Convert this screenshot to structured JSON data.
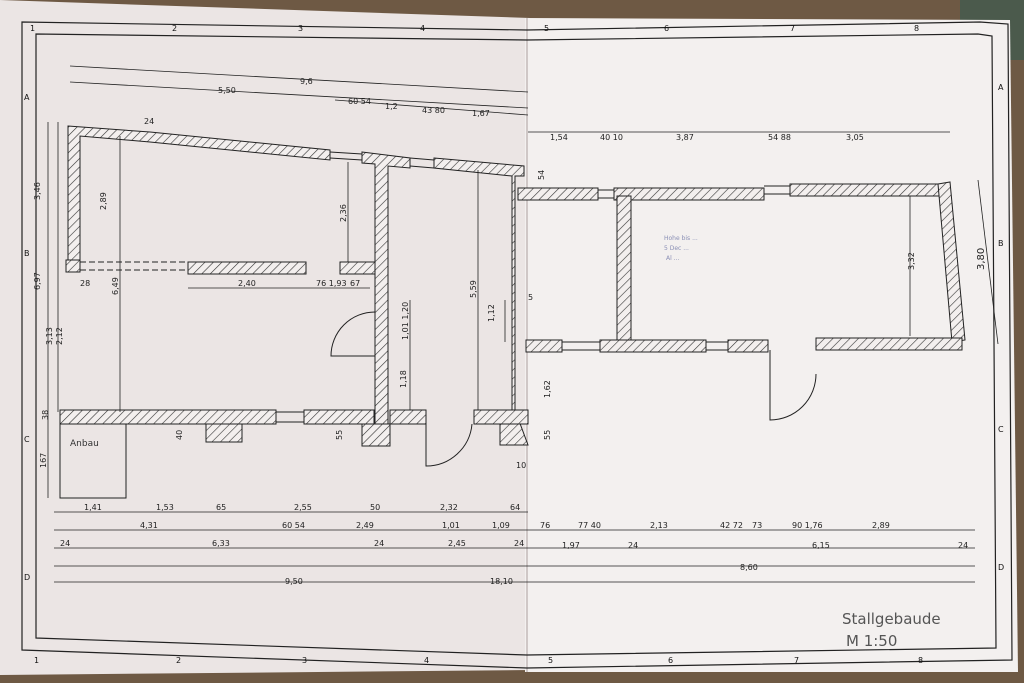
{
  "title": {
    "line1": "Stallgebaude",
    "line2": "M 1:50"
  },
  "annex_label": "Anbau",
  "faint_note": [
    "Hohe bis ... ",
    "5 Dec ... ",
    "Al ... "
  ],
  "grid": {
    "columns_top": [
      "1",
      "2",
      "3",
      "4",
      "5",
      "6",
      "7",
      "8"
    ],
    "columns_bottom": [
      "1",
      "2",
      "3",
      "4",
      "5",
      "6",
      "7",
      "8"
    ],
    "rows_left": [
      "A",
      "B",
      "C",
      "D"
    ],
    "rows_right": [
      "A",
      "B",
      "C",
      "D"
    ]
  },
  "dims": {
    "top_overall": "9,6",
    "top_550": "5,50",
    "top_60_54": "60\n54",
    "top_12": "1,2",
    "top_43_80": "43\n80",
    "top_167": "1,67",
    "wall_24": "24",
    "right_154": "1,54",
    "right_40_10": "40\n10",
    "right_387": "3,87",
    "right_54_88": "54\n88",
    "right_305": "3,05",
    "left_346": "3,46",
    "left_697": "6,97",
    "left_313": "3,13",
    "left_212": "2,12",
    "left_38": "38",
    "left_167": "167",
    "room_289": "2,89",
    "room_649": "6,49",
    "room_236": "2,36",
    "room_559": "5,59",
    "room_240": "2,40",
    "room_76_193": "76\n1,93",
    "room_67": "67",
    "room_28": "28",
    "door_101_120": "1,01\n1,20",
    "door_118": "1,18",
    "door_112": "1,12",
    "small_5": "5",
    "small_54": "54",
    "small_40": "40",
    "small_55a": "55",
    "small_55b": "55",
    "small_162": "1,62",
    "small_10": "10",
    "hall_332": "3,32",
    "hall_380": "3,80",
    "bottom_row1": [
      "1,41",
      "1,53",
      "65",
      "2,55",
      "50",
      "2,32",
      "64"
    ],
    "bottom_row2_left": [
      "4,31",
      "60\n54",
      "2,49",
      "1,01",
      "1,09"
    ],
    "bottom_row2_right": [
      "76",
      "77\n40",
      "2,13",
      "42\n72",
      "73",
      "90\n1,76",
      "2,89"
    ],
    "bottom_row3_left": [
      "24",
      "6,33",
      "24",
      "2,45",
      "24"
    ],
    "bottom_row3_right": [
      "1,97",
      "24",
      "6,15",
      "24"
    ],
    "bottom_950": "9,50",
    "bottom_860": "8,60",
    "bottom_1810": "18,10"
  }
}
